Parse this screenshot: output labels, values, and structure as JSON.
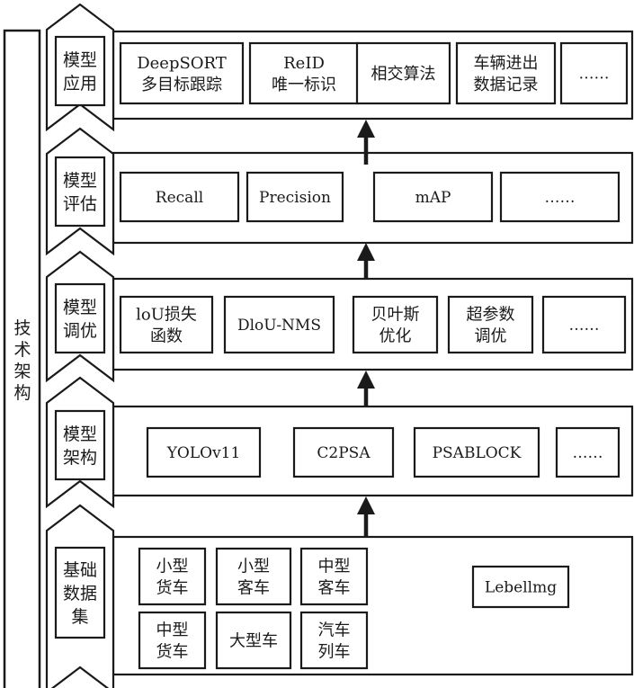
{
  "side_label": "技术架构",
  "layers": [
    {
      "id": "application",
      "label_lines": [
        "模型",
        "应用"
      ],
      "items": [
        {
          "lines": [
            "DeepSORT",
            "多目标跟踪"
          ]
        },
        {
          "lines": [
            "ReID",
            "唯一标识"
          ]
        },
        {
          "lines": [
            "相交算法"
          ]
        },
        {
          "lines": [
            "车辆进出",
            "数据记录"
          ]
        },
        {
          "lines": [
            "……"
          ]
        }
      ]
    },
    {
      "id": "evaluation",
      "label_lines": [
        "模型",
        "评估"
      ],
      "items": [
        {
          "lines": [
            "Recall"
          ]
        },
        {
          "lines": [
            "Precision"
          ]
        },
        {
          "lines": [
            "mAP"
          ]
        },
        {
          "lines": [
            "……"
          ]
        }
      ]
    },
    {
      "id": "tuning",
      "label_lines": [
        "模型",
        "调优"
      ],
      "items": [
        {
          "lines": [
            "loU损失",
            "函数"
          ]
        },
        {
          "lines": [
            "DloU-NMS"
          ]
        },
        {
          "lines": [
            "贝叶斯",
            "优化"
          ]
        },
        {
          "lines": [
            "超参数",
            "调优"
          ]
        },
        {
          "lines": [
            "……"
          ]
        }
      ]
    },
    {
      "id": "architecture",
      "label_lines": [
        "模型",
        "架构"
      ],
      "items": [
        {
          "lines": [
            "YOLOv11"
          ]
        },
        {
          "lines": [
            "C2PSA"
          ]
        },
        {
          "lines": [
            "PSABLOCK"
          ]
        },
        {
          "lines": [
            "……"
          ]
        }
      ]
    },
    {
      "id": "dataset",
      "label_lines": [
        "基础",
        "数据",
        "集"
      ],
      "items": [
        {
          "lines": [
            "小型",
            "货车"
          ]
        },
        {
          "lines": [
            "小型",
            "客车"
          ]
        },
        {
          "lines": [
            "中型",
            "客车"
          ]
        },
        {
          "lines": [
            "中型",
            "货车"
          ]
        },
        {
          "lines": [
            "大型车"
          ]
        },
        {
          "lines": [
            "汽车",
            "列车"
          ]
        },
        {
          "lines": [
            "Lebellmg"
          ]
        }
      ]
    }
  ],
  "arrows": [
    {
      "from": "dataset",
      "to": "architecture"
    },
    {
      "from": "architecture",
      "to": "tuning"
    },
    {
      "from": "tuning",
      "to": "evaluation"
    },
    {
      "from": "evaluation",
      "to": "application"
    }
  ],
  "colors": {
    "stroke": "#1a1a1a",
    "background": "#ffffff"
  }
}
